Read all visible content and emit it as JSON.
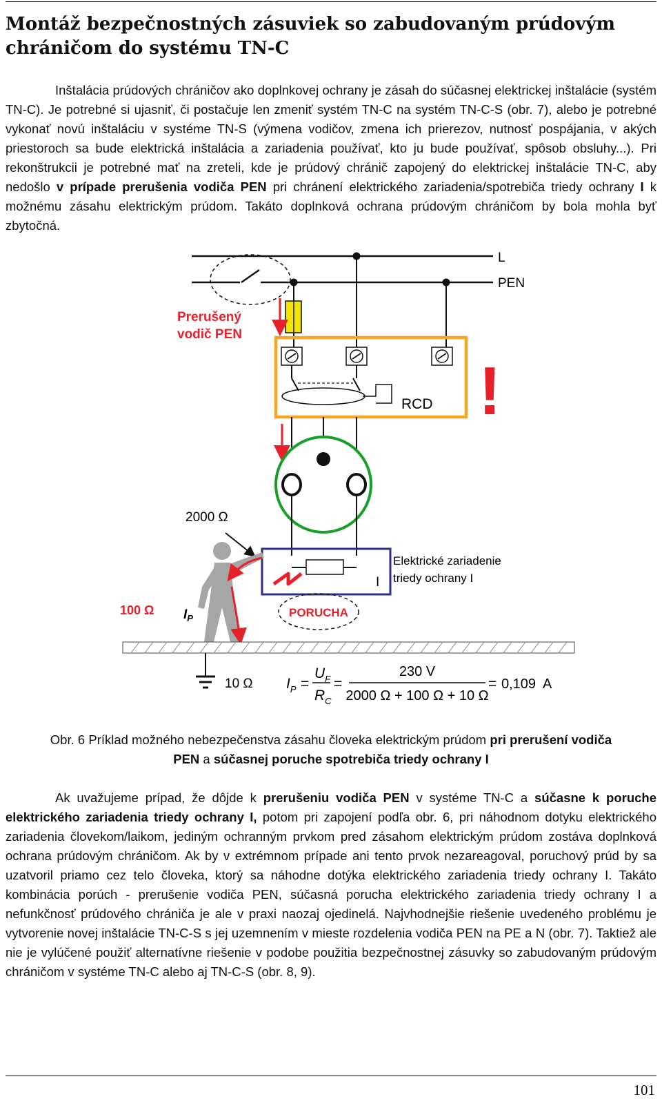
{
  "title": "Montáž bezpečnostných zásuviek so zabudovaným prúdovým chráničom do systému TN-C",
  "para1": {
    "t1": "Inštalácia prúdových chráničov ako doplnkovej ochrany je zásah do súčasnej elektrickej inštalácie (systém TN-C). Je potrebné si ujasniť, či postačuje len zmeniť systém TN-C na systém TN-C-S (obr. 7), alebo je potrebné vykonať novú inštaláciu v systéme TN-S (výmena vodičov, zmena ich prierezov, nutnosť pospájania, v akých priestoroch sa bude elektrická inštalácia a zariadenia používať, kto ju bude používať, spôsob obsluhy...). Pri rekonštrukcii je potrebné mať na zreteli, kde je prúdový chránič zapojený do elektrickej inštalácie TN-C, aby nedošlo ",
    "b1": "v prípade prerušenia vodiča PEN",
    "t2": " pri chránení elektrického zariadenia/spotrebiča triedy ochrany ",
    "b2": "I",
    "t3": " k možnému zásahu elektrickým prúdom. Takáto doplnková ochrana prúdovým chráničom by bola mohla byť zbytočná."
  },
  "figure": {
    "label_L": "L",
    "label_PEN": "PEN",
    "broken_line1": "Prerušený",
    "broken_line2": "vodič PEN",
    "rcd": "RCD",
    "exclamation": "!",
    "r_body": "2000 Ω",
    "device_line1": "Elektrické zariadenie",
    "device_line2": "triedy ochrany I",
    "device_class": "I",
    "r_shoe": "100 Ω",
    "ip_label": "I",
    "ip_sub": "P",
    "fault": "PORUCHA",
    "r_earth": "10 Ω",
    "formula": {
      "lhs": "I",
      "lhs_sub": "P",
      "num": "U",
      "num_sub": "F",
      "den": "R",
      "den_sub": "C",
      "num2": "230 V",
      "den2": "2000 Ω + 100 Ω + 10 Ω",
      "result": "0,109  A"
    },
    "colors": {
      "orange": "#f5a623",
      "red": "#e8202a",
      "green": "#1a9e2a",
      "navy": "#2a2f8a",
      "yellow": "#f2e600",
      "gray": "#a6a6a6"
    }
  },
  "caption": {
    "t1": "Obr. 6  Príklad možného nebezpečenstva zásahu človeka elektrickým prúdom ",
    "b1": "pri prerušení vodiča",
    "b2": "PEN",
    "t2": " a ",
    "b3": "súčasnej poruche spotrebiča triedy ochrany I"
  },
  "para2": {
    "t1": "Ak uvažujeme prípad, že dôjde k ",
    "b1": "prerušeniu vodiča PEN",
    "t2": " v systéme TN-C a ",
    "b2": "súčasne k poruche elektrického zariadenia triedy ochrany I,",
    "t3": " potom pri zapojení podľa obr. 6, pri náhodnom dotyku elektrického zariadenia človekom/laikom, jediným ochranným prvkom pred zásahom elektrickým prúdom zostáva doplnková ochrana prúdovým chráničom. Ak by v extrémnom prípade ani tento prvok nezareagoval, poruchový prúd by sa uzatvoril priamo cez telo človeka, ktorý sa náhodne dotýka elektrického zariadenia triedy ochrany I. Takáto kombinácia porúch - prerušenie vodiča PEN, súčasná porucha elektrického zariadenia triedy ochrany I a nefunkčnosť prúdového chrániča je ale v praxi naozaj ojedinelá. Najvhodnejšie riešenie uvedeného problému je vytvorenie novej inštalácie TN-C-S s jej uzemnením v mieste rozdelenia vodiča PEN na PE a N (obr. 7). Taktiež ale nie je vylúčené použiť alternatívne riešenie v podobe použitia bezpečnostnej zásuvky so zabudovaným prúdovým chráničom v systéme TN-C alebo aj TN-C-S (obr. 8, 9)."
  },
  "page_number": "101"
}
